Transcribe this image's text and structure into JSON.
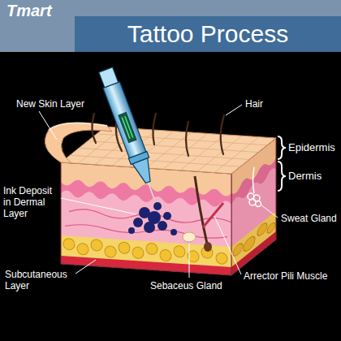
{
  "diagram": {
    "title": "Tattoo Process",
    "labels": [
      "Tmart",
      "New Skin Layer",
      "Hair",
      "Epidermis",
      "Dermis",
      "Ink Deposit in Dermal Layer",
      "Sweat Gland",
      "Subcutaneous Layer",
      "Arrector Pili Muscle",
      "Sebaceus Gland"
    ]
  }
}
